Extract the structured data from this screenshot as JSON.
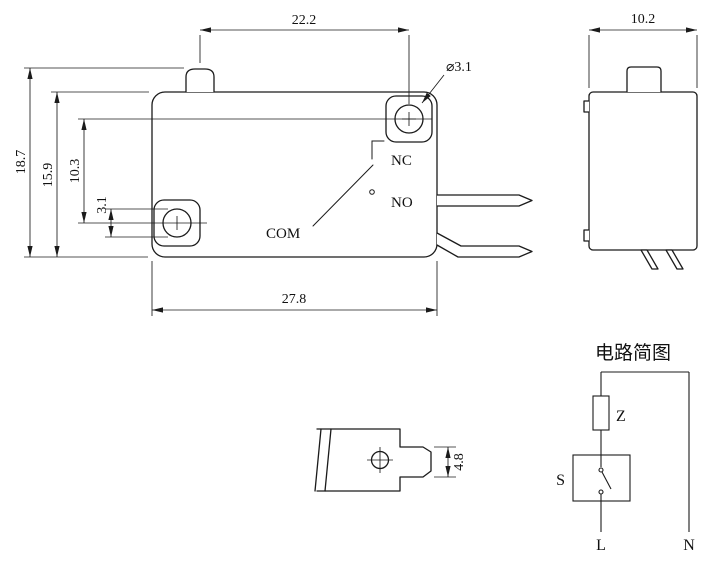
{
  "page": {
    "background": "#ffffff",
    "line_color": "#1b1b1b"
  },
  "front_view": {
    "dims": {
      "top_width": "22.2",
      "hole_diameter": "⌀3.1",
      "total_height": "18.7",
      "body_height": "15.9",
      "hole_spacing": "10.3",
      "hole_size": "3.1",
      "bottom_width": "27.8"
    },
    "labels": {
      "nc": "NC",
      "no": "NO",
      "com": "COM"
    }
  },
  "side_view": {
    "dims": {
      "width": "10.2"
    }
  },
  "terminal_view": {
    "dims": {
      "terminal_width": "4.8"
    }
  },
  "circuit": {
    "title": "电路简图",
    "labels": {
      "z": "Z",
      "s": "S",
      "l": "L",
      "n": "N"
    }
  }
}
